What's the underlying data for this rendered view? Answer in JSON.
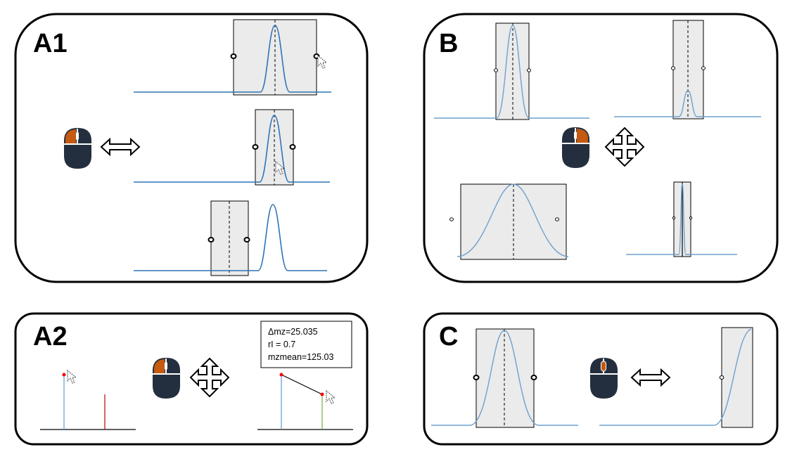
{
  "panels": {
    "a1": {
      "label": "A1"
    },
    "a2": {
      "label": "A2"
    },
    "b": {
      "label": "B"
    },
    "c": {
      "label": "C"
    }
  },
  "info_box": {
    "line1": "Δmz=25.035",
    "line2": "rI = 0.7",
    "line3": "mzmean=125.03"
  },
  "colors": {
    "peak_curve": "#2e75b6",
    "peak_curve_light": "#6fa0cc",
    "selection_fill": "#ebebeb",
    "mouse_body": "#232f3e",
    "mouse_button_active": "#c55a11",
    "red_marker": "#c00000",
    "green_line": "#70ad47",
    "blue_line": "#5b9bd5"
  },
  "icons": [
    "mouse-left-click-icon",
    "mouse-right-click-icon",
    "mouse-scroll-wheel-icon",
    "horizontal-arrow-icon",
    "four-way-arrow-icon",
    "cursor-arrow-icon"
  ]
}
